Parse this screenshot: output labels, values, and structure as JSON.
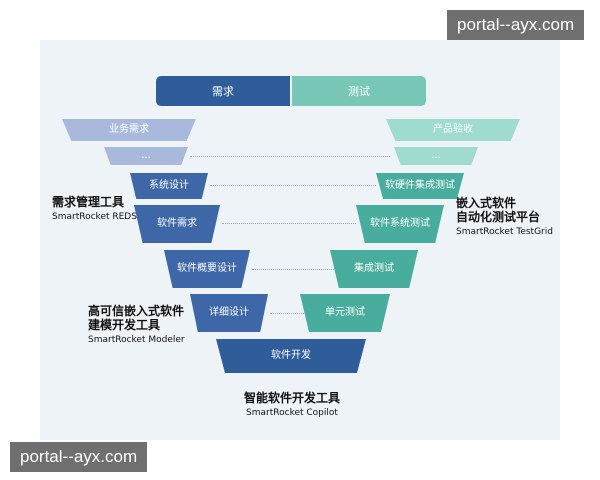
{
  "watermark": "portal--ayx.com",
  "header": {
    "left": "需求",
    "right": "测试"
  },
  "left_steps": [
    "业务需求",
    "...",
    "系统设计",
    "软件需求",
    "软件概要设计",
    "详细设计"
  ],
  "right_steps": [
    "产品验收",
    "...",
    "软硬件集成测试",
    "软件系统测试",
    "集成测试",
    "单元测试"
  ],
  "bottom_step": "软件开发",
  "tools": {
    "reds": {
      "name": "需求管理工具",
      "product": "SmartRocket REDS"
    },
    "modeler": {
      "name_line1": "高可信嵌入式软件",
      "name_line2": "建模开发工具",
      "product": "SmartRocket Modeler"
    },
    "testgrid": {
      "name_line1": "嵌入式软件",
      "name_line2": "自动化测试平台",
      "product": "SmartRocket TestGrid"
    },
    "copilot": {
      "name": "智能软件开发工具",
      "product": "SmartRocket Copilot"
    }
  },
  "colors": {
    "dark_blue": "#2f5d9a",
    "mid_blue": "#3d67a6",
    "light_blue": "#a9b9dc",
    "teal": "#48ad9c",
    "light_teal": "#9fdccf",
    "panel_bg": "#eef3f8"
  }
}
